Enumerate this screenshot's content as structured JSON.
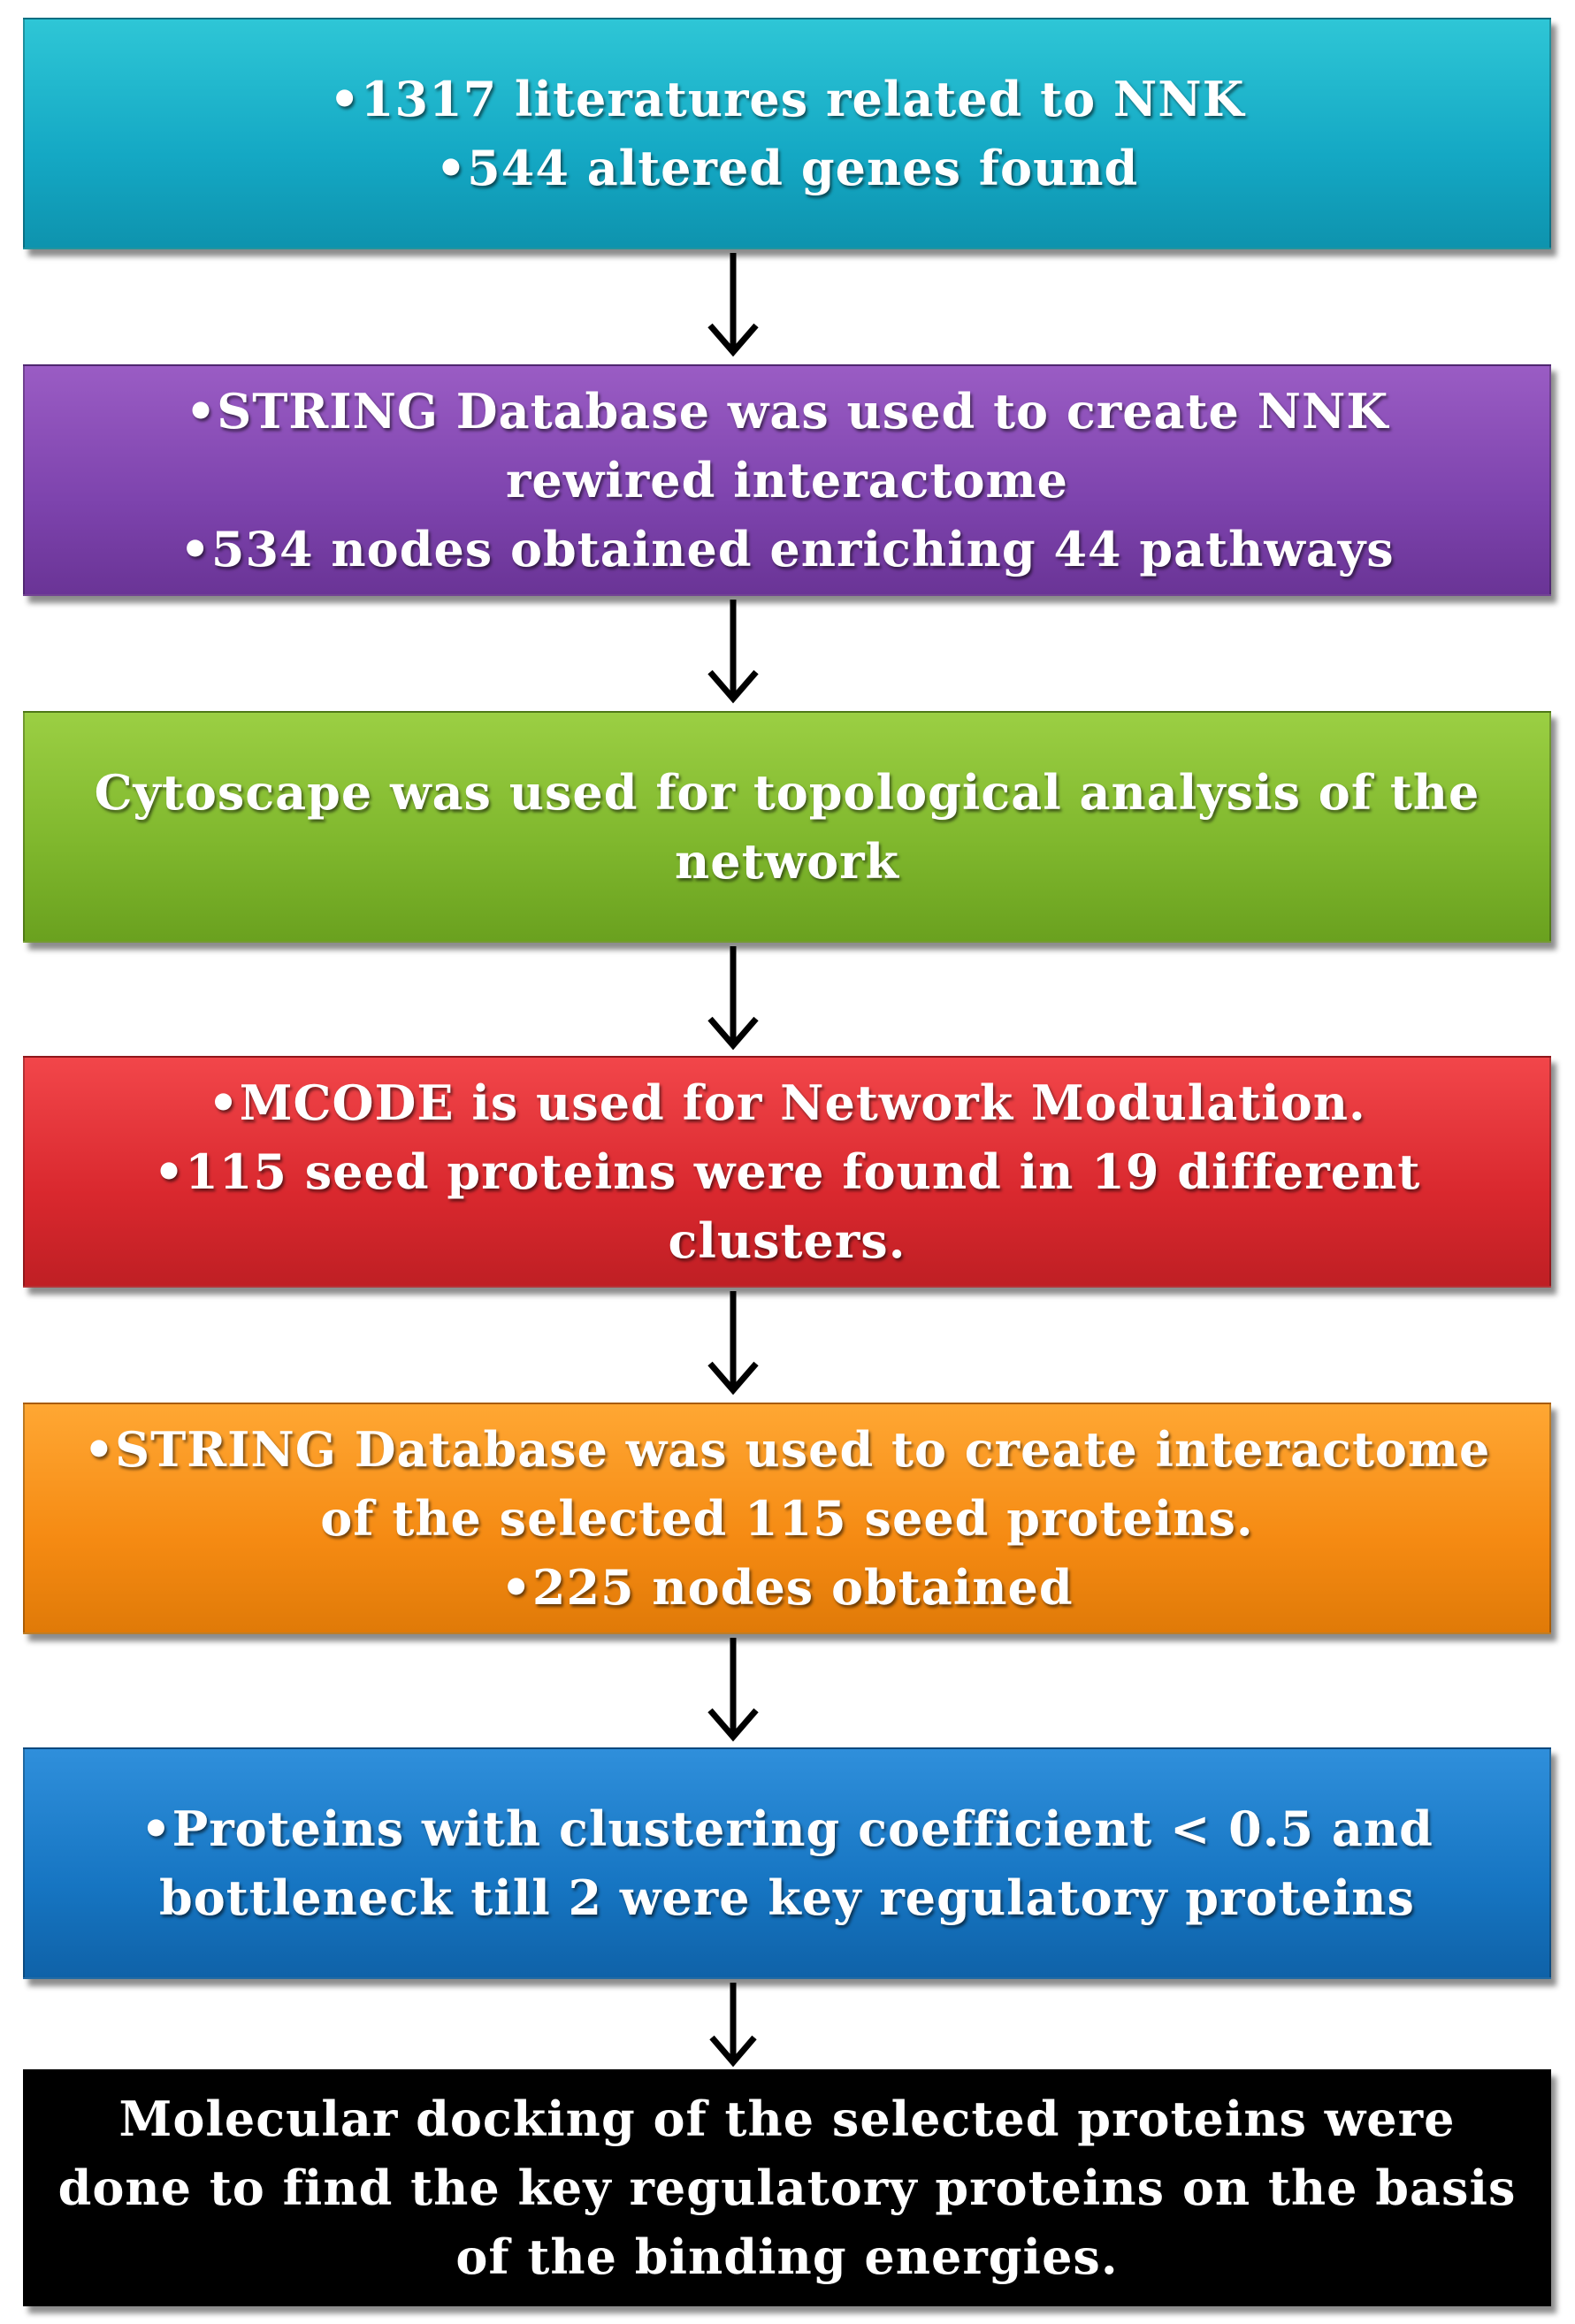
{
  "steps": [
    {
      "color": "#14a8c4",
      "lines": [
        "•1317 literatures related to NNK",
        "•544 altered genes found"
      ]
    },
    {
      "color": "#7d43ad",
      "lines": [
        "•STRING Database was used to create NNK",
        "rewired interactome",
        "•534 nodes obtained enriching 44 pathways"
      ]
    },
    {
      "color": "#7eb62c",
      "lines": [
        "Cytoscape was used for topological analysis of the",
        "network"
      ]
    },
    {
      "color": "#d9282e",
      "lines": [
        "•MCODE is used for Network Modulation.",
        "•115 seed proteins were found in 19 different",
        "clusters."
      ]
    },
    {
      "color": "#f58a12",
      "lines": [
        "•STRING Database was used to create interactome",
        "of the selected 115 seed proteins.",
        "•225 nodes obtained"
      ]
    },
    {
      "color": "#1675c2",
      "lines": [
        "•Proteins with clustering coefficient < 0.5 and",
        "bottleneck till 2 were key regulatory proteins"
      ]
    },
    {
      "color": "#000000",
      "lines": [
        "Molecular docking of the selected proteins were",
        "done to find the key regulatory proteins on the basis",
        "of the binding energies."
      ]
    }
  ]
}
